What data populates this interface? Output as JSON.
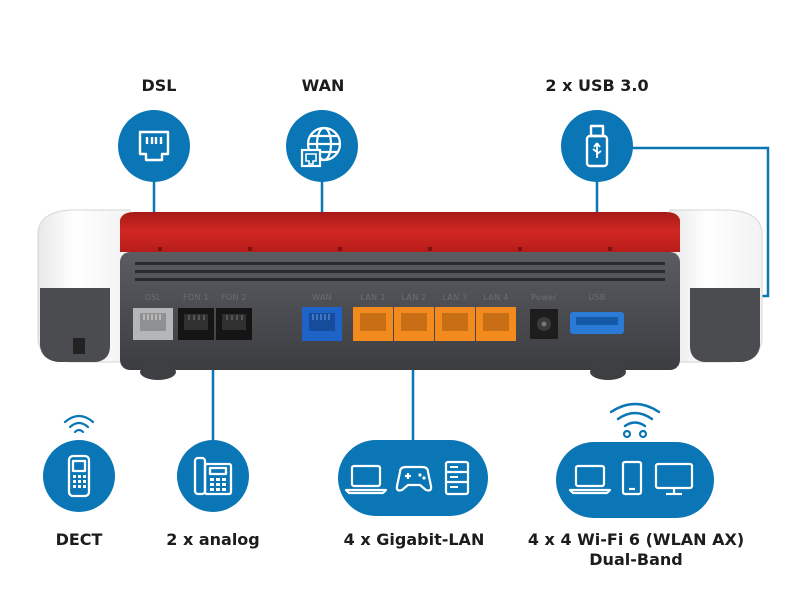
{
  "labels": {
    "dsl": "DSL",
    "wan": "WAN",
    "usb": "2 x USB 3.0",
    "dect": "DECT",
    "analog": "2 x analog",
    "lan": "4 x Gigabit-LAN",
    "wifi_line1": "4 x 4 Wi-Fi 6 (WLAN AX)",
    "wifi_line2": "Dual-Band"
  },
  "port_labels": {
    "dsl": "DSL",
    "fon1": "FON 1",
    "fon2": "FON 2",
    "wan": "WAN",
    "lan1": "LAN 1",
    "lan2": "LAN 2",
    "lan3": "LAN 3",
    "lan4": "LAN 4",
    "power": "Power",
    "usb": "USB"
  },
  "colors": {
    "accent_blue": "#0a76b5",
    "router_red": "#c4211d",
    "router_gray": "#4a4c50",
    "lan_orange": "#f28a1e",
    "wan_blue": "#1f63c8",
    "usb_blue": "#2a7ad6"
  },
  "icons": [
    "ethernet-port-icon",
    "globe-icon",
    "usb-stick-icon",
    "cordless-phone-icon",
    "desk-phone-icon",
    "laptop-icon",
    "gamepad-icon",
    "server-icon",
    "tablet-icon",
    "monitor-icon",
    "wifi-signal-icon"
  ]
}
